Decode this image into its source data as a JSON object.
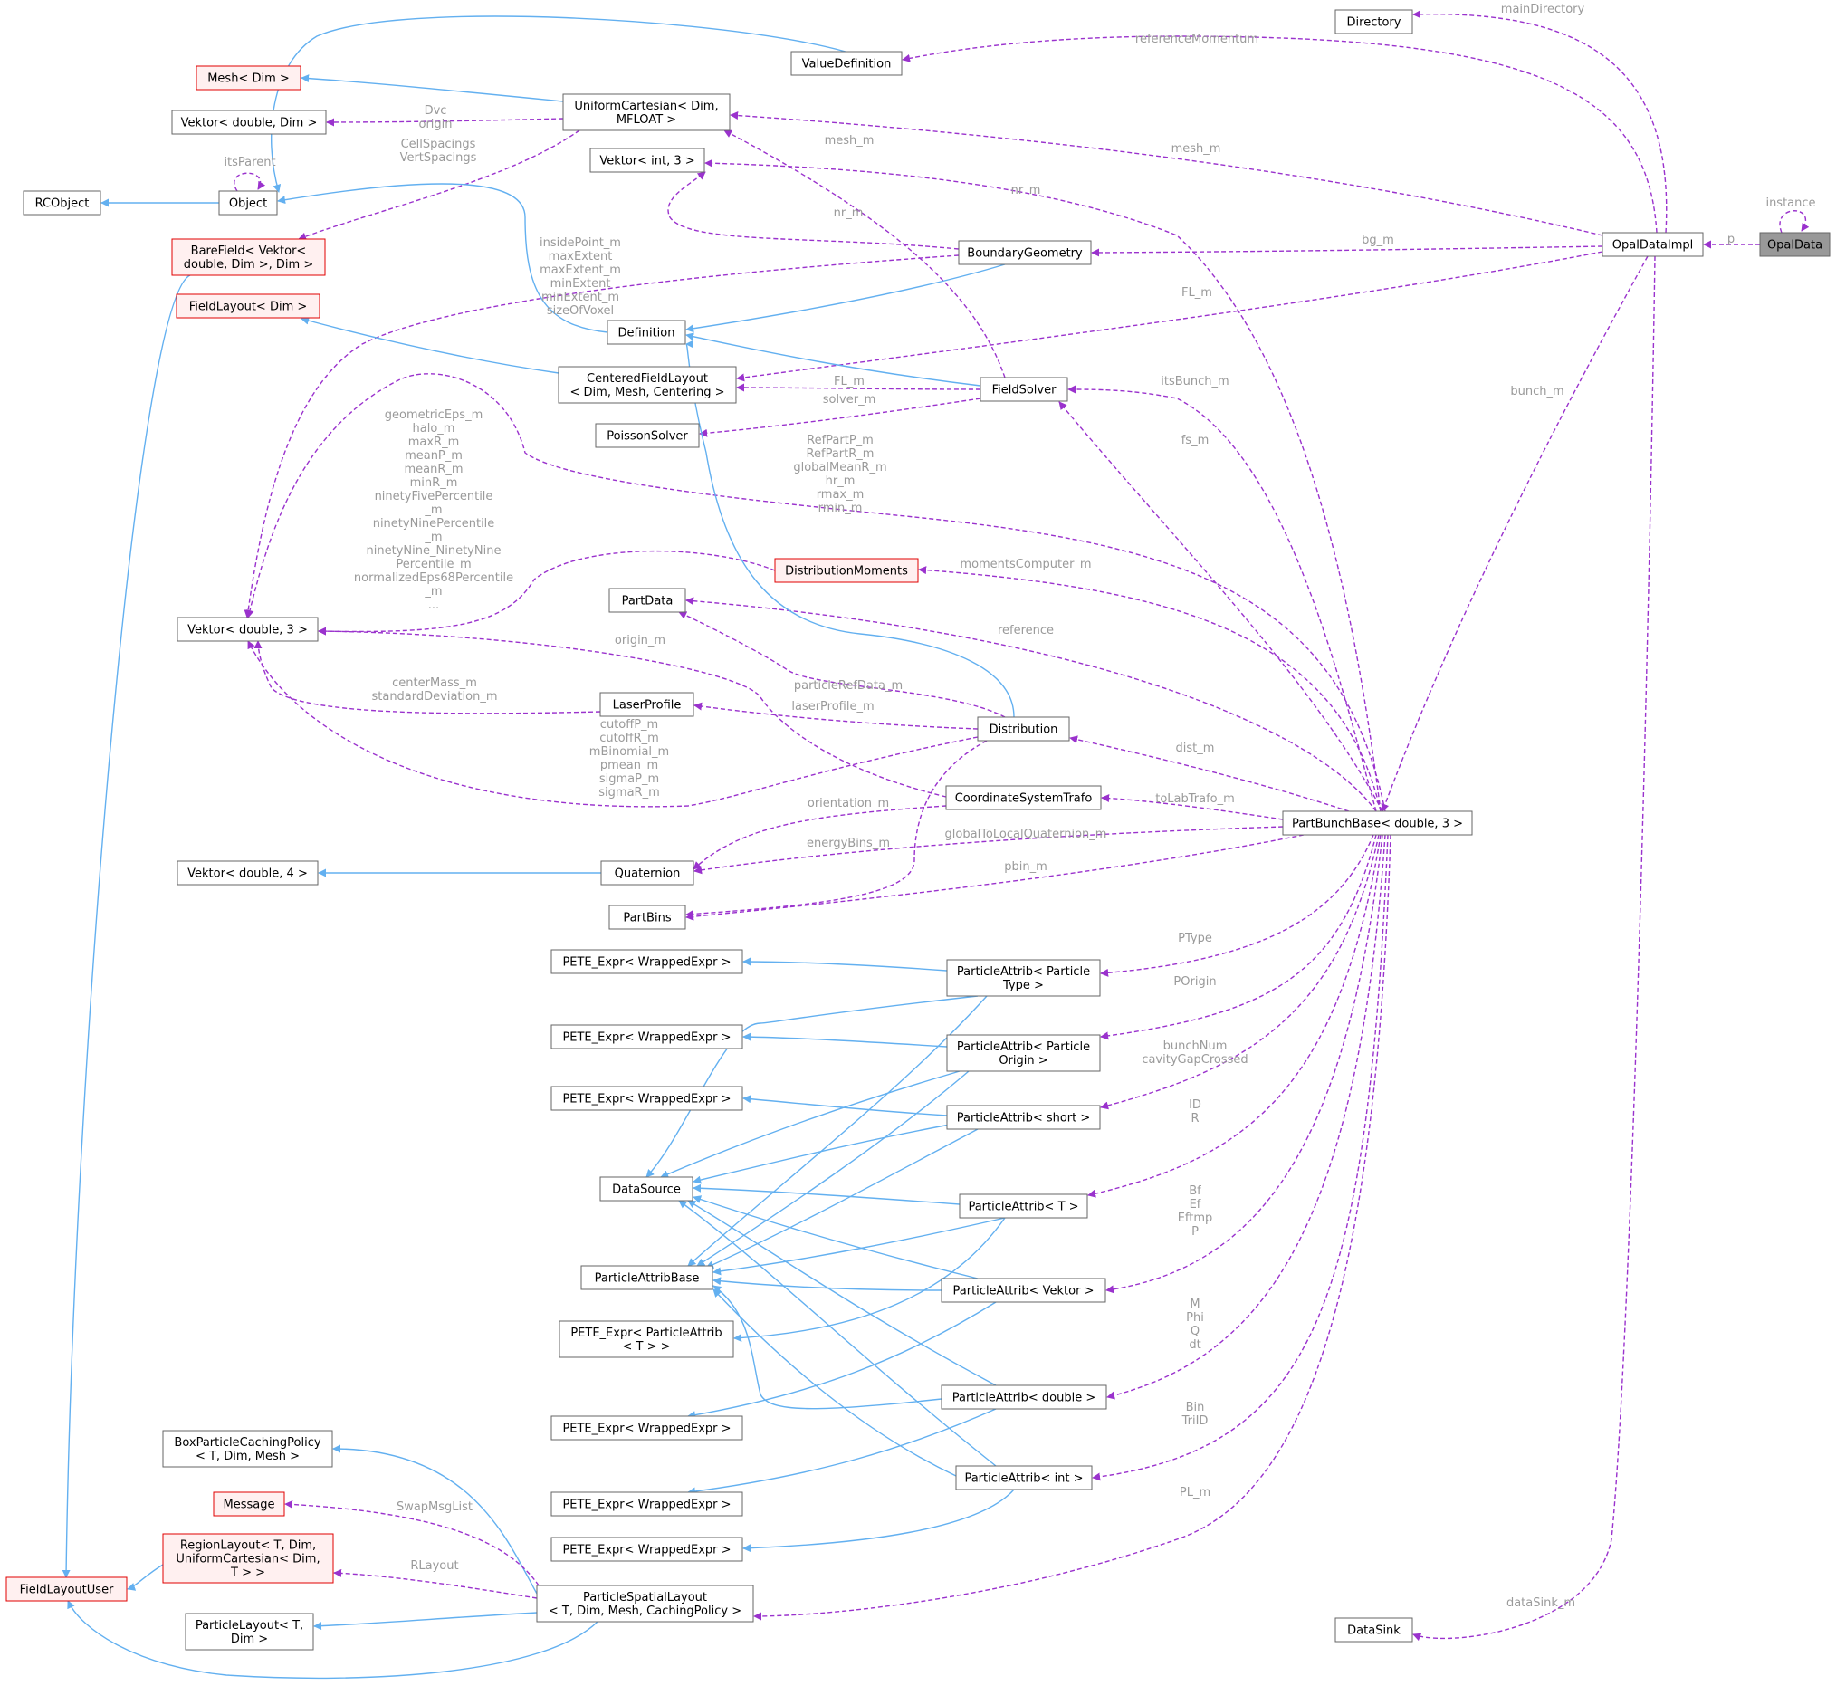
{
  "colors": {
    "node_border": "#666666",
    "node_border_red": "#e00000",
    "node_fill_red": "#fff0f0",
    "node_fill": "#ffffff",
    "node_highlight": "#999999",
    "inherit_edge": "#63b0f0",
    "member_edge": "#9a32cd",
    "edge_label": "#9a9a9a"
  },
  "nodes": [
    {
      "id": "Directory",
      "lines": [
        "Directory"
      ],
      "style": "normal"
    },
    {
      "id": "ValueDefinition",
      "lines": [
        "ValueDefinition"
      ],
      "style": "normal"
    },
    {
      "id": "MeshDim",
      "lines": [
        "Mesh< Dim >"
      ],
      "style": "red"
    },
    {
      "id": "UniformCartesian",
      "lines": [
        "UniformCartesian< Dim,",
        "MFLOAT >"
      ],
      "style": "normal"
    },
    {
      "id": "VektorDoubleDim",
      "lines": [
        "Vektor< double, Dim >"
      ],
      "style": "normal"
    },
    {
      "id": "VektorInt3",
      "lines": [
        "Vektor< int, 3 >"
      ],
      "style": "normal"
    },
    {
      "id": "RCObject",
      "lines": [
        "RCObject"
      ],
      "style": "normal"
    },
    {
      "id": "Object",
      "lines": [
        "Object"
      ],
      "style": "normal"
    },
    {
      "id": "BareField",
      "lines": [
        "BareField< Vektor<",
        "double, Dim >, Dim >"
      ],
      "style": "red"
    },
    {
      "id": "BoundaryGeometry",
      "lines": [
        "BoundaryGeometry"
      ],
      "style": "normal"
    },
    {
      "id": "OpalDataImpl",
      "lines": [
        "OpalDataImpl"
      ],
      "style": "normal"
    },
    {
      "id": "OpalData",
      "lines": [
        "OpalData"
      ],
      "style": "highlight"
    },
    {
      "id": "FieldLayoutDim",
      "lines": [
        "FieldLayout< Dim >"
      ],
      "style": "red"
    },
    {
      "id": "Definition",
      "lines": [
        "Definition"
      ],
      "style": "normal"
    },
    {
      "id": "CenteredFieldLayout",
      "lines": [
        "CenteredFieldLayout",
        "< Dim, Mesh, Centering >"
      ],
      "style": "normal"
    },
    {
      "id": "FieldSolver",
      "lines": [
        "FieldSolver"
      ],
      "style": "normal"
    },
    {
      "id": "PoissonSolver",
      "lines": [
        "PoissonSolver"
      ],
      "style": "normal"
    },
    {
      "id": "DistributionMoments",
      "lines": [
        "DistributionMoments"
      ],
      "style": "red"
    },
    {
      "id": "PartData",
      "lines": [
        "PartData"
      ],
      "style": "normal"
    },
    {
      "id": "VektorDouble3",
      "lines": [
        "Vektor< double, 3 >"
      ],
      "style": "normal"
    },
    {
      "id": "LaserProfile",
      "lines": [
        "LaserProfile"
      ],
      "style": "normal"
    },
    {
      "id": "Distribution",
      "lines": [
        "Distribution"
      ],
      "style": "normal"
    },
    {
      "id": "CoordinateSystemTrafo",
      "lines": [
        "CoordinateSystemTrafo"
      ],
      "style": "normal"
    },
    {
      "id": "PartBunchBase",
      "lines": [
        "PartBunchBase< double, 3 >"
      ],
      "style": "normal"
    },
    {
      "id": "VektorDouble4",
      "lines": [
        "Vektor< double, 4 >"
      ],
      "style": "normal"
    },
    {
      "id": "Quaternion",
      "lines": [
        "Quaternion"
      ],
      "style": "normal"
    },
    {
      "id": "PartBins",
      "lines": [
        "PartBins"
      ],
      "style": "normal"
    },
    {
      "id": "PETE1",
      "lines": [
        "PETE_Expr< WrappedExpr >"
      ],
      "style": "normal"
    },
    {
      "id": "PAParticleType",
      "lines": [
        "ParticleAttrib< Particle",
        "Type >"
      ],
      "style": "normal"
    },
    {
      "id": "PETE2",
      "lines": [
        "PETE_Expr< WrappedExpr >"
      ],
      "style": "normal"
    },
    {
      "id": "PAParticleOrigin",
      "lines": [
        "ParticleAttrib< Particle",
        "Origin >"
      ],
      "style": "normal"
    },
    {
      "id": "PETE3",
      "lines": [
        "PETE_Expr< WrappedExpr >"
      ],
      "style": "normal"
    },
    {
      "id": "PAShort",
      "lines": [
        "ParticleAttrib< short >"
      ],
      "style": "normal"
    },
    {
      "id": "DataSource",
      "lines": [
        "DataSource"
      ],
      "style": "normal"
    },
    {
      "id": "PAT",
      "lines": [
        "ParticleAttrib< T >"
      ],
      "style": "normal"
    },
    {
      "id": "ParticleAttribBase",
      "lines": [
        "ParticleAttribBase"
      ],
      "style": "normal"
    },
    {
      "id": "PAVektor",
      "lines": [
        "ParticleAttrib< Vektor >"
      ],
      "style": "normal"
    },
    {
      "id": "PETEPA",
      "lines": [
        "PETE_Expr< ParticleAttrib",
        "< T > >"
      ],
      "style": "normal"
    },
    {
      "id": "PADouble",
      "lines": [
        "ParticleAttrib< double >"
      ],
      "style": "normal"
    },
    {
      "id": "PETE4",
      "lines": [
        "PETE_Expr< WrappedExpr >"
      ],
      "style": "normal"
    },
    {
      "id": "BoxParticleCachingPolicy",
      "lines": [
        "BoxParticleCachingPolicy",
        "< T, Dim, Mesh >"
      ],
      "style": "normal"
    },
    {
      "id": "PAInt",
      "lines": [
        "ParticleAttrib< int >"
      ],
      "style": "normal"
    },
    {
      "id": "Message",
      "lines": [
        "Message"
      ],
      "style": "red"
    },
    {
      "id": "PETE5",
      "lines": [
        "PETE_Expr< WrappedExpr >"
      ],
      "style": "normal"
    },
    {
      "id": "RegionLayout",
      "lines": [
        "RegionLayout< T, Dim,",
        "UniformCartesian< Dim,",
        "T > >"
      ],
      "style": "red"
    },
    {
      "id": "FieldLayoutUser",
      "lines": [
        "FieldLayoutUser"
      ],
      "style": "red"
    },
    {
      "id": "PETE6",
      "lines": [
        "PETE_Expr< WrappedExpr >"
      ],
      "style": "normal"
    },
    {
      "id": "ParticleSpatialLayout",
      "lines": [
        "ParticleSpatialLayout",
        "< T, Dim, Mesh, CachingPolicy >"
      ],
      "style": "normal"
    },
    {
      "id": "ParticleLayout",
      "lines": [
        "ParticleLayout< T,",
        "Dim >"
      ],
      "style": "normal"
    },
    {
      "id": "DataSink",
      "lines": [
        "DataSink"
      ],
      "style": "normal"
    }
  ],
  "edges": [
    {
      "kind": "inherit",
      "from": "Object",
      "to": "ValueDefinition"
    },
    {
      "kind": "inherit",
      "from": "MeshDim",
      "to": "UniformCartesian"
    },
    {
      "kind": "inherit",
      "from": "RCObject",
      "to": "Object"
    },
    {
      "kind": "member",
      "from": "VektorDoubleDim",
      "to": "UniformCartesian",
      "label": [
        "Dvc",
        "origin"
      ]
    },
    {
      "kind": "member",
      "from": "BareField",
      "to": "UniformCartesian",
      "label": [
        "CellSpacings",
        "VertSpacings"
      ]
    },
    {
      "kind": "member",
      "from": "Object",
      "to": "Object",
      "label": [
        "itsParent"
      ]
    },
    {
      "kind": "member",
      "from": "Directory",
      "to": "OpalDataImpl",
      "label": [
        "mainDirectory"
      ]
    },
    {
      "kind": "member",
      "from": "ValueDefinition",
      "to": "OpalDataImpl",
      "label": [
        "referenceMomentum"
      ]
    },
    {
      "kind": "member",
      "from": "UniformCartesian",
      "to": "OpalDataImpl",
      "label": [
        "mesh_m"
      ]
    },
    {
      "kind": "member",
      "from": "UniformCartesian",
      "to": "FieldSolver",
      "label": [
        "mesh_m"
      ]
    },
    {
      "kind": "member",
      "from": "VektorInt3",
      "to": "PartBunchBase",
      "label": [
        "nr_m"
      ]
    },
    {
      "kind": "member",
      "from": "VektorInt3",
      "to": "BoundaryGeometry",
      "label": [
        "nr_m"
      ]
    },
    {
      "kind": "member",
      "from": "BoundaryGeometry",
      "to": "OpalDataImpl",
      "label": [
        "bg_m"
      ]
    },
    {
      "kind": "member",
      "from": "OpalDataImpl",
      "to": "OpalData",
      "label": [
        "p"
      ]
    },
    {
      "kind": "member",
      "from": "OpalData",
      "to": "OpalData",
      "label": [
        "instance"
      ]
    },
    {
      "kind": "member",
      "from": "VektorDouble3",
      "to": "BoundaryGeometry",
      "label": [
        "insidePoint_m",
        "maxExtent",
        "maxExtent_m",
        "minExtent",
        "minExtent_m",
        "sizeOfVoxel"
      ]
    },
    {
      "kind": "inherit",
      "from": "Definition",
      "to": "BoundaryGeometry"
    },
    {
      "kind": "inherit",
      "from": "Object",
      "to": "Definition"
    },
    {
      "kind": "member",
      "from": "CenteredFieldLayout",
      "to": "OpalDataImpl",
      "label": [
        "FL_m"
      ]
    },
    {
      "kind": "inherit",
      "from": "FieldLayoutDim",
      "to": "CenteredFieldLayout"
    },
    {
      "kind": "inherit",
      "from": "Definition",
      "to": "FieldSolver"
    },
    {
      "kind": "member",
      "from": "CenteredFieldLayout",
      "to": "FieldSolver",
      "label": [
        "FL_m"
      ]
    },
    {
      "kind": "member",
      "from": "PoissonSolver",
      "to": "FieldSolver",
      "label": [
        "solver_m"
      ]
    },
    {
      "kind": "member",
      "from": "FieldSolver",
      "to": "PartBunchBase",
      "label": [
        "itsBunch_m"
      ]
    },
    {
      "kind": "member",
      "from": "FieldSolver",
      "to": "PartBunchBase",
      "label": [
        "fs_m"
      ]
    },
    {
      "kind": "member",
      "from": "PartBunchBase",
      "to": "OpalDataImpl",
      "label": [
        "bunch_m"
      ]
    },
    {
      "kind": "member",
      "from": "VektorDouble3",
      "to": "PartBunchBase",
      "label": [
        "RefPartP_m",
        "RefPartR_m",
        "globalMeanR_m",
        "hr_m",
        "rmax_m",
        "rmin_m"
      ]
    },
    {
      "kind": "member",
      "from": "VektorDouble3",
      "to": "DistributionMoments",
      "label": [
        "geometricEps_m",
        "halo_m",
        "maxR_m",
        "meanP_m",
        "meanR_m",
        "minR_m",
        "ninetyFivePercentile",
        "_m",
        "ninetyNinePercentile",
        "_m",
        "ninetyNine_NinetyNine",
        "Percentile_m",
        "normalizedEps68Percentile",
        "_m",
        "..."
      ]
    },
    {
      "kind": "member",
      "from": "DistributionMoments",
      "to": "PartBunchBase",
      "label": [
        "momentsComputer_m"
      ]
    },
    {
      "kind": "member",
      "from": "PartData",
      "to": "PartBunchBase",
      "label": [
        "reference"
      ]
    },
    {
      "kind": "member",
      "from": "PartData",
      "to": "Distribution",
      "label": [
        "particleRefData_m"
      ]
    },
    {
      "kind": "member",
      "from": "VektorDouble3",
      "to": "CoordinateSystemTrafo",
      "label": [
        "origin_m"
      ]
    },
    {
      "kind": "member",
      "from": "VektorDouble3",
      "to": "LaserProfile",
      "label": [
        "centerMass_m",
        "standardDeviation_m"
      ]
    },
    {
      "kind": "member",
      "from": "LaserProfile",
      "to": "Distribution",
      "label": [
        "laserProfile_m"
      ]
    },
    {
      "kind": "member",
      "from": "VektorDouble3",
      "to": "Distribution",
      "label": [
        "cutoffP_m",
        "cutoffR_m",
        "mBinomial_m",
        "pmean_m",
        "sigmaP_m",
        "sigmaR_m"
      ]
    },
    {
      "kind": "inherit",
      "from": "Definition",
      "to": "Distribution"
    },
    {
      "kind": "member",
      "from": "Distribution",
      "to": "PartBunchBase",
      "label": [
        "dist_m"
      ]
    },
    {
      "kind": "member",
      "from": "CoordinateSystemTrafo",
      "to": "PartBunchBase",
      "label": [
        "toLabTrafo_m"
      ]
    },
    {
      "kind": "member",
      "from": "Quaternion",
      "to": "CoordinateSystemTrafo",
      "label": [
        "orientation_m"
      ]
    },
    {
      "kind": "member",
      "from": "Quaternion",
      "to": "PartBunchBase",
      "label": [
        "globalToLocalQuaternion_m"
      ]
    },
    {
      "kind": "member",
      "from": "PartBins",
      "to": "Distribution",
      "label": [
        "energyBins_m"
      ]
    },
    {
      "kind": "member",
      "from": "PartBins",
      "to": "PartBunchBase",
      "label": [
        "pbin_m"
      ]
    },
    {
      "kind": "inherit",
      "from": "VektorDouble4",
      "to": "Quaternion"
    },
    {
      "kind": "member",
      "from": "PAParticleType",
      "to": "PartBunchBase",
      "label": [
        "PType"
      ]
    },
    {
      "kind": "member",
      "from": "PAParticleOrigin",
      "to": "PartBunchBase",
      "label": [
        "POrigin"
      ]
    },
    {
      "kind": "member",
      "from": "PAShort",
      "to": "PartBunchBase",
      "label": [
        "bunchNum",
        "cavityGapCrossed"
      ]
    },
    {
      "kind": "member",
      "from": "PAT",
      "to": "PartBunchBase",
      "label": [
        "ID",
        "R"
      ]
    },
    {
      "kind": "member",
      "from": "PAVektor",
      "to": "PartBunchBase",
      "label": [
        "Bf",
        "Ef",
        "Eftmp",
        "P"
      ]
    },
    {
      "kind": "member",
      "from": "PADouble",
      "to": "PartBunchBase",
      "label": [
        "M",
        "Phi",
        "Q",
        "dt"
      ]
    },
    {
      "kind": "member",
      "from": "PAInt",
      "to": "PartBunchBase",
      "label": [
        "Bin",
        "TriID"
      ]
    },
    {
      "kind": "member",
      "from": "ParticleSpatialLayout",
      "to": "PartBunchBase",
      "label": [
        "PL_m"
      ]
    },
    {
      "kind": "member",
      "from": "DataSink",
      "to": "OpalDataImpl",
      "label": [
        "dataSink_m"
      ]
    },
    {
      "kind": "inherit",
      "from": "PETE1",
      "to": "PAParticleType"
    },
    {
      "kind": "inherit",
      "from": "PETE2",
      "to": "PAParticleOrigin"
    },
    {
      "kind": "inherit",
      "from": "PETE3",
      "to": "PAShort"
    },
    {
      "kind": "inherit",
      "from": "DataSource",
      "to": "PAParticleType"
    },
    {
      "kind": "inherit",
      "from": "DataSource",
      "to": "PAParticleOrigin"
    },
    {
      "kind": "inherit",
      "from": "DataSource",
      "to": "PAShort"
    },
    {
      "kind": "inherit",
      "from": "DataSource",
      "to": "PAT"
    },
    {
      "kind": "inherit",
      "from": "DataSource",
      "to": "PAVektor"
    },
    {
      "kind": "inherit",
      "from": "DataSource",
      "to": "PADouble"
    },
    {
      "kind": "inherit",
      "from": "DataSource",
      "to": "PAInt"
    },
    {
      "kind": "inherit",
      "from": "ParticleAttribBase",
      "to": "PAParticleType"
    },
    {
      "kind": "inherit",
      "from": "ParticleAttribBase",
      "to": "PAParticleOrigin"
    },
    {
      "kind": "inherit",
      "from": "ParticleAttribBase",
      "to": "PAShort"
    },
    {
      "kind": "inherit",
      "from": "ParticleAttribBase",
      "to": "PAT"
    },
    {
      "kind": "inherit",
      "from": "ParticleAttribBase",
      "to": "PAVektor"
    },
    {
      "kind": "inherit",
      "from": "ParticleAttribBase",
      "to": "PADouble"
    },
    {
      "kind": "inherit",
      "from": "ParticleAttribBase",
      "to": "PAInt"
    },
    {
      "kind": "inherit",
      "from": "PETEPA",
      "to": "PAT"
    },
    {
      "kind": "inherit",
      "from": "PETE4",
      "to": "PAVektor"
    },
    {
      "kind": "inherit",
      "from": "PETE5",
      "to": "PADouble"
    },
    {
      "kind": "inherit",
      "from": "PETE6",
      "to": "PAInt"
    },
    {
      "kind": "inherit",
      "from": "BoxParticleCachingPolicy",
      "to": "ParticleSpatialLayout"
    },
    {
      "kind": "member",
      "from": "Message",
      "to": "ParticleSpatialLayout",
      "label": [
        "SwapMsgList"
      ]
    },
    {
      "kind": "member",
      "from": "RegionLayout",
      "to": "ParticleSpatialLayout",
      "label": [
        "RLayout"
      ]
    },
    {
      "kind": "inherit",
      "from": "FieldLayoutUser",
      "to": "RegionLayout"
    },
    {
      "kind": "inherit",
      "from": "FieldLayoutUser",
      "to": "BareField"
    },
    {
      "kind": "inherit",
      "from": "FieldLayoutUser",
      "to": "ParticleSpatialLayout"
    },
    {
      "kind": "inherit",
      "from": "ParticleLayout",
      "to": "ParticleSpatialLayout"
    }
  ]
}
